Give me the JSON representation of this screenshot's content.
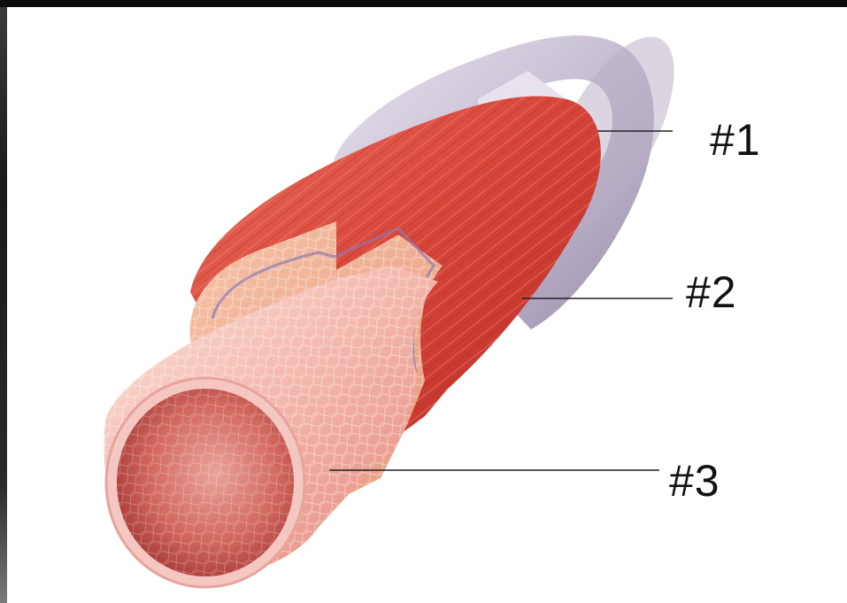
{
  "labels": [
    {
      "id": "1",
      "text": "#1"
    },
    {
      "id": "2",
      "text": "#2"
    },
    {
      "id": "3",
      "text": "#3"
    }
  ],
  "colors": {
    "outer_layer": "#c9bfd3",
    "muscle_layer": "#d9473c",
    "inner_layer": "#f2a59a",
    "leader_line": "#222222",
    "background": "#ffffff",
    "border": "#141414"
  }
}
